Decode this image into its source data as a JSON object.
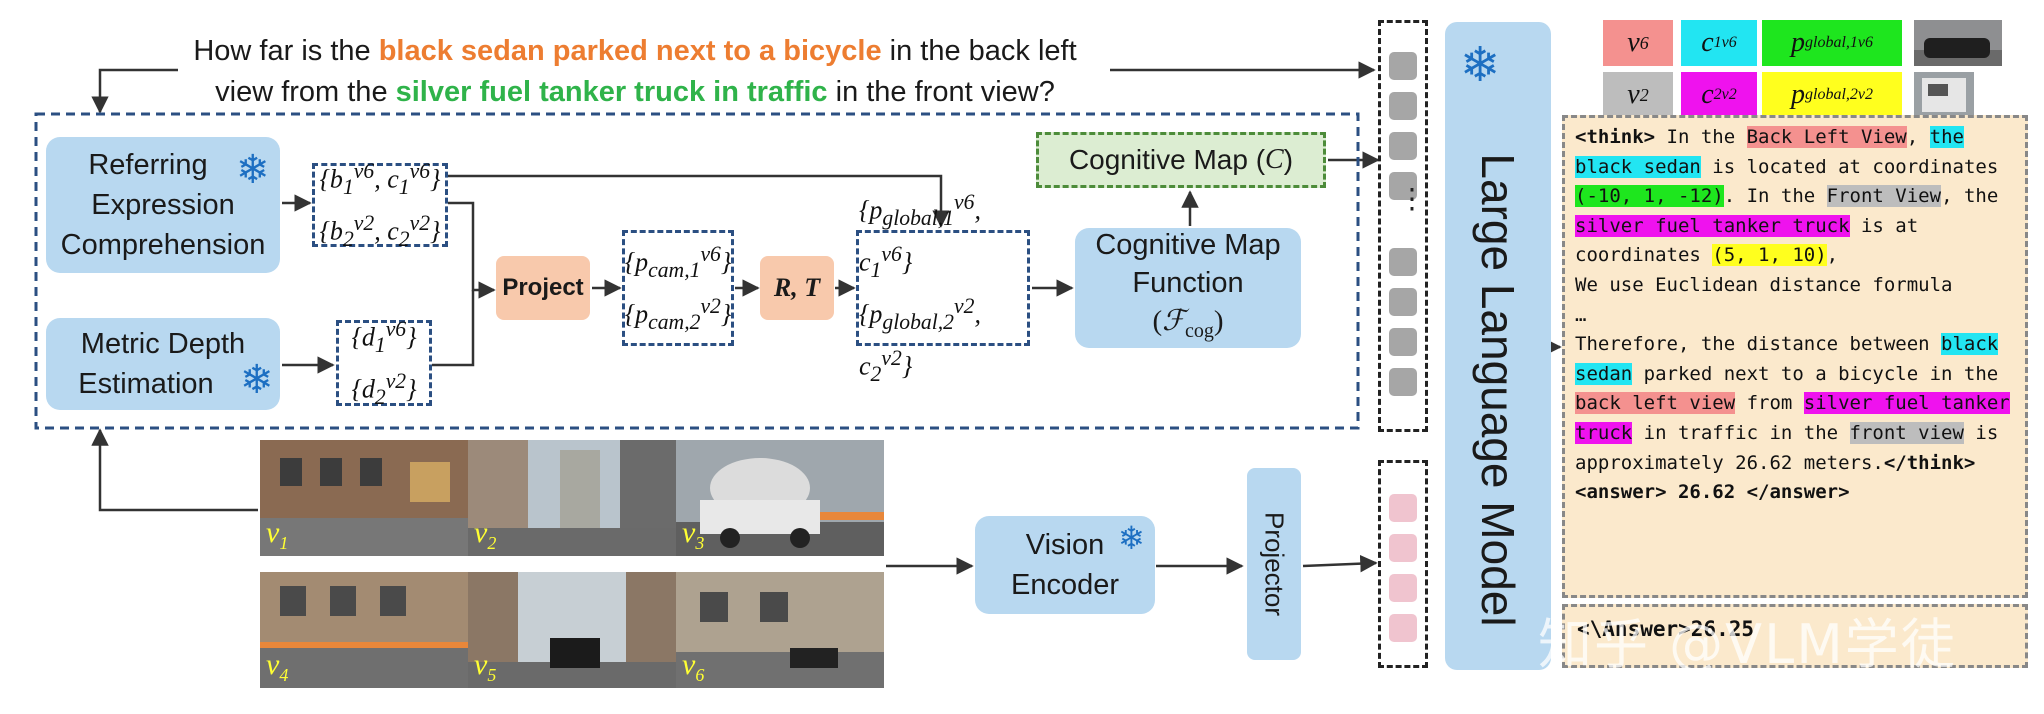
{
  "question": {
    "part1": "How far is the ",
    "obj1": "black sedan parked next to a bicycle",
    "part2": " in the back left",
    "part3": "view from the ",
    "obj2": "silver fuel tanker truck in traffic",
    "part4": " in the front view?"
  },
  "modules": {
    "rec": [
      "Referring",
      "Expression",
      "Comprehension"
    ],
    "depth": [
      "Metric Depth",
      "Estimation"
    ],
    "project": "Project",
    "rt": "R, T",
    "cog_fn": [
      "Cognitive Map",
      "Function"
    ],
    "cog_fn_sym": "(ℱcog)",
    "cog_map": "Cognitive Map (C)",
    "vision_encoder": [
      "Vision",
      "Encoder"
    ],
    "projector": "Projector",
    "llm": "Large Language Model"
  },
  "sets": {
    "bc": [
      "{b1v6, c1v6}",
      "{b2v2, c2v2}"
    ],
    "d": [
      "{d1v6}",
      "{d2v2}"
    ],
    "pcam": [
      "{pcam,1v6}",
      "{pcam,2v2}"
    ],
    "pglob": [
      "{pglobal,1v6, c1v6}",
      "{pglobal,2v2, c2v2}"
    ]
  },
  "views": [
    "v1",
    "v2",
    "v3",
    "v4",
    "v5",
    "v6"
  ],
  "legend": {
    "row1": [
      "v6",
      "c1v6",
      "pglobal,1v6"
    ],
    "row2": [
      "v2",
      "c2v2",
      "pglobal,2v2"
    ]
  },
  "reasoning": {
    "think_open": "<think>",
    "s1": " In the ",
    "h_back_left": "Back Left View",
    "s2": ", ",
    "h_black_sedan": "the black sedan",
    "s3": " is located at coordinates ",
    "h_coord1": "(-10, 1, -12)",
    "s4": ". In the ",
    "h_front": "Front View",
    "s5": ", the ",
    "h_tanker": "silver fuel tanker truck",
    "s6": " is at coordinates ",
    "h_coord2": "(5, 1, 10)",
    "s7": ",",
    "s8": "We use Euclidean distance formula",
    "s9": "…",
    "s10": "Therefore, the distance between ",
    "h_black_sedan2": "black sedan",
    "s11": " parked next to a bicycle in the ",
    "h_back_left2": "back left view",
    "s12": " from ",
    "h_tanker2": "silver fuel tanker truck",
    "s13": " in traffic in the ",
    "h_front2": "front view",
    "s14": " is approximately 26.62 meters.",
    "think_close": "</think>",
    "answer_line": "<answer> 26.62 </answer>"
  },
  "final_answer": "<\\Answer>26.25",
  "watermark": "知乎 @VLM学徒",
  "colors": {
    "highlight_red": "#f4918f",
    "highlight_cyan": "#22e5f2",
    "highlight_green": "#1ee61e",
    "highlight_gray": "#bdbdbd",
    "highlight_magenta": "#ef12ee",
    "highlight_yellow": "#ffff1e",
    "module_blue": "#b8d8f0",
    "module_orange": "#f8c9ac",
    "dashed_border": "#2b4f82",
    "reasoning_bg": "#fbe9cc",
    "question_orange": "#ed7d31",
    "question_green": "#2fb34a"
  }
}
